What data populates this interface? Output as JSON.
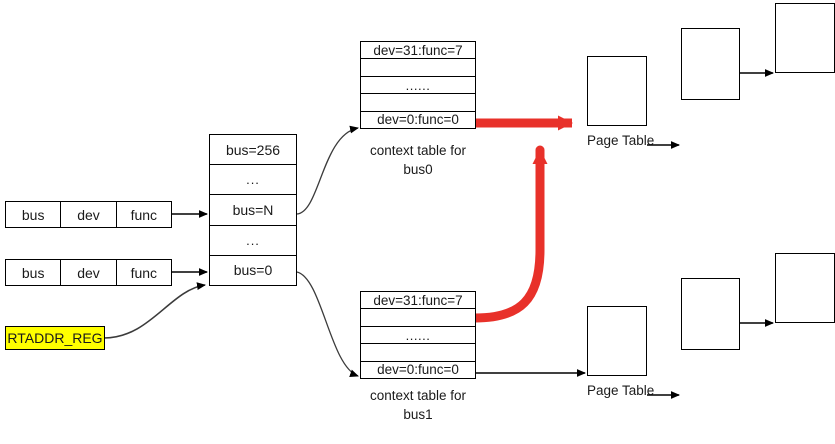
{
  "diagram": {
    "title": "DMA remapping root/context table to page table walk",
    "colors": {
      "stroke": "#000000",
      "red_arrow": "#E8312A",
      "register_highlight": "#FFFF00",
      "background": "#FFFFFF"
    }
  },
  "requesters": [
    {
      "name": "requester-upper",
      "cells": [
        "bus",
        "dev",
        "func"
      ]
    },
    {
      "name": "requester-lower",
      "cells": [
        "bus",
        "dev",
        "func"
      ]
    }
  ],
  "register": {
    "label": "RTADDR_REG"
  },
  "root_table": {
    "name": "root-table",
    "rows": [
      {
        "label": "bus=256",
        "kind": "entry"
      },
      {
        "label": "...",
        "kind": "ellipsis"
      },
      {
        "label": "bus=N",
        "kind": "entry"
      },
      {
        "label": "...",
        "kind": "ellipsis"
      },
      {
        "label": "bus=0",
        "kind": "entry"
      }
    ]
  },
  "context_tables": [
    {
      "name": "context-table-bus0",
      "caption_line1": "context table for",
      "caption_line2": "bus0",
      "rows": [
        {
          "label": "dev=31:func=7",
          "kind": "entry"
        },
        {
          "label": "",
          "kind": "blank"
        },
        {
          "label": "......",
          "kind": "ellipsis"
        },
        {
          "label": "",
          "kind": "blank"
        },
        {
          "label": "dev=0:func=0",
          "kind": "entry"
        }
      ]
    },
    {
      "name": "context-table-bus1",
      "caption_line1": "context table for",
      "caption_line2": "bus1",
      "rows": [
        {
          "label": "dev=31:func=7",
          "kind": "entry"
        },
        {
          "label": "",
          "kind": "blank"
        },
        {
          "label": "......",
          "kind": "ellipsis"
        },
        {
          "label": "",
          "kind": "blank"
        },
        {
          "label": "dev=0:func=0",
          "kind": "entry"
        }
      ]
    }
  ],
  "page_table_chains": [
    {
      "name": "page-table-chain-top",
      "caption": "Page Table",
      "levels": [
        "",
        "",
        ""
      ]
    },
    {
      "name": "page-table-chain-bottom",
      "caption": "Page Table",
      "levels": [
        "",
        "",
        ""
      ]
    }
  ]
}
